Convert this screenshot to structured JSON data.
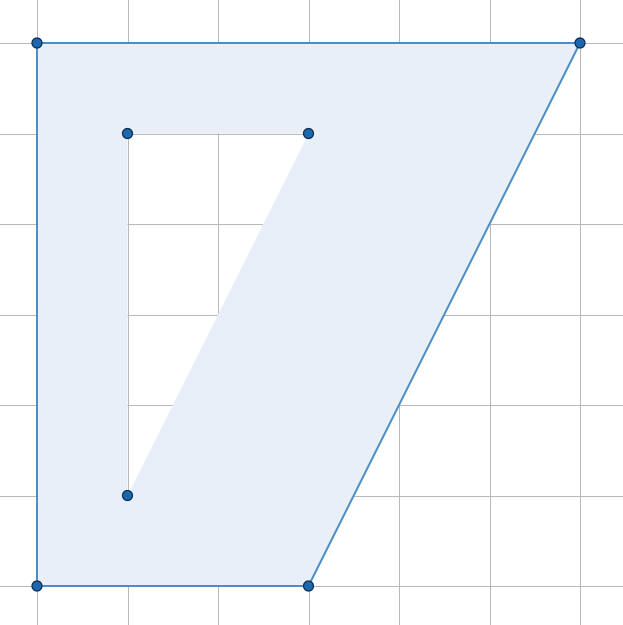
{
  "diagram": {
    "grid": {
      "visible": true,
      "columns": 7,
      "rows": 7,
      "line_color": "#b8b8b8"
    },
    "colors": {
      "region_fill": "#e8eff9",
      "region_edge": "#4b8ec8",
      "vertex_fill": "#1d67ad",
      "vertex_stroke": "#0c2f55",
      "hole_fill": "#ffffff"
    },
    "outer_polygon": {
      "vertices": [
        [
          0,
          6
        ],
        [
          6,
          6
        ],
        [
          3,
          0
        ],
        [
          0,
          0
        ]
      ]
    },
    "hole_polygon": {
      "vertices": [
        [
          1,
          5
        ],
        [
          3,
          5
        ],
        [
          1,
          1
        ]
      ]
    }
  }
}
